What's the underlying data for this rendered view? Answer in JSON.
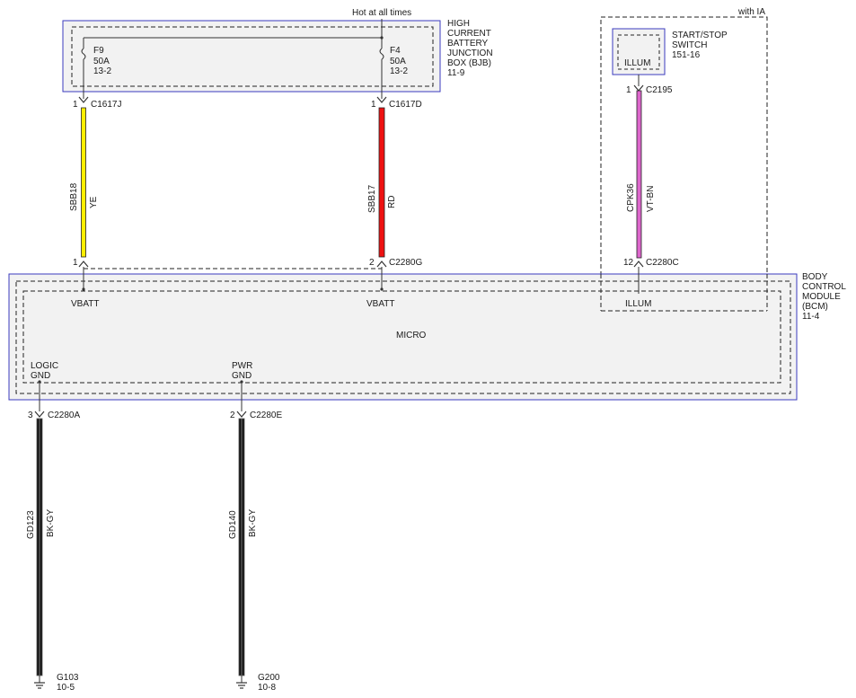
{
  "hot_label": "Hot at all times",
  "bjb": {
    "title_lines": [
      "HIGH",
      "CURRENT",
      "BATTERY",
      "JUNCTION",
      "BOX (BJB)",
      "11-9"
    ],
    "fuses": [
      {
        "name": "F9",
        "rating": "50A",
        "ref": "13-2"
      },
      {
        "name": "F4",
        "rating": "50A",
        "ref": "13-2"
      }
    ]
  },
  "option_label": "with IA",
  "switch": {
    "title_lines": [
      "START/STOP",
      "SWITCH",
      "151-16"
    ],
    "pin_label": "ILLUM"
  },
  "bcm": {
    "title_lines": [
      "BODY",
      "CONTROL",
      "MODULE",
      "(BCM)",
      "11-4"
    ],
    "micro_label": "MICRO",
    "pins": {
      "vbatt1": "VBATT",
      "vbatt2": "VBATT",
      "illum": "ILLUM",
      "logic_gnd": [
        "LOGIC",
        "GND"
      ],
      "pwr_gnd": [
        "PWR",
        "GND"
      ]
    }
  },
  "connectors": {
    "c1617j": {
      "pin": "1",
      "name": "C1617J"
    },
    "c1617d": {
      "pin": "1",
      "name": "C1617D"
    },
    "c2195": {
      "pin": "1",
      "name": "C2195"
    },
    "c2280_1": {
      "pin": "1",
      "name": ""
    },
    "c2280g": {
      "pin": "2",
      "name": "C2280G"
    },
    "c2280c": {
      "pin": "12",
      "name": "C2280C"
    },
    "c2280a": {
      "pin": "3",
      "name": "C2280A"
    },
    "c2280e": {
      "pin": "2",
      "name": "C2280E"
    }
  },
  "wires": [
    {
      "circuit": "SBB18",
      "color_code": "YE",
      "color": "#ffee00"
    },
    {
      "circuit": "SBB17",
      "color_code": "RD",
      "color": "#ee1111"
    },
    {
      "circuit": "CPK36",
      "color_code": "VT-BN",
      "color": "#dd66cc"
    },
    {
      "circuit": "GD123",
      "color_code": "BK-GY",
      "color": "#111111"
    },
    {
      "circuit": "GD140",
      "color_code": "BK-GY",
      "color": "#111111"
    }
  ],
  "grounds": [
    {
      "name": "G103",
      "ref": "10-5"
    },
    {
      "name": "G200",
      "ref": "10-8"
    }
  ],
  "colors": {
    "module_border": "#3b3bbf",
    "module_fill": "#f2f2f2",
    "line": "#333333"
  }
}
